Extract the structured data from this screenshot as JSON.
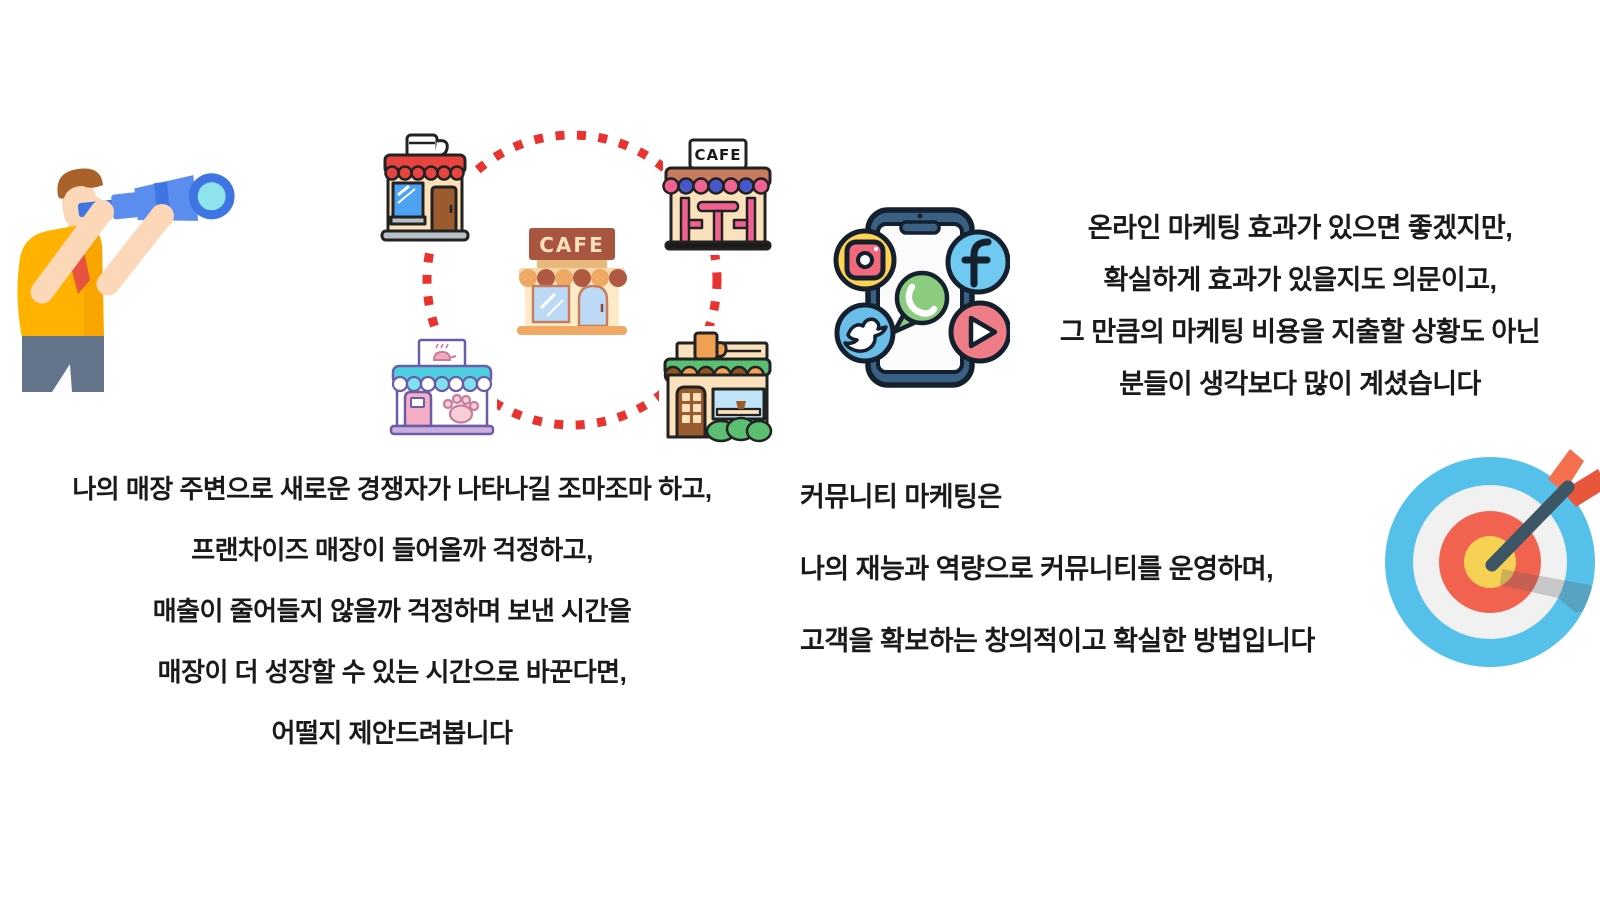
{
  "background": "#ffffff",
  "texts": {
    "online_marketing": {
      "lines": [
        "온라인 마케팅 효과가 있으면 좋겠지만,",
        "확실하게 효과가 있을지도 의문이고,",
        "그 만큼의 마케팅 비용을 지출할 상황도 아닌",
        "분들이 생각보다 많이 계셨습니다"
      ]
    },
    "store_worries": {
      "lines": [
        "나의 매장 주변으로 새로운 경쟁자가 나타나길 조마조마 하고,",
        "프랜차이즈 매장이 들어올까 걱정하고,",
        "매출이 줄어들지 않을까 걱정하며 보낸 시간을",
        "매장이 더 성장할 수 있는 시간으로 바꾼다면,",
        "어떨지 제안드려봅니다"
      ]
    },
    "community_marketing": {
      "lines": [
        "커뮤니티 마케팅은",
        "나의 재능과 역량으로 커뮤니티를 운영하며,",
        "고객을 확보하는 창의적이고 확실한 방법입니다"
      ]
    }
  },
  "illustrations": {
    "cafe_sign_center": "CAFE",
    "cafe_sign_topright": "CAFE"
  },
  "colors": {
    "text": "#1a1a1a",
    "dotted_circle_red": "#e8332f",
    "telescope_blue": "#5b8def",
    "shirt_orange": "#ffb300",
    "phone_bezel_blue": "#3a6183",
    "instagram_yellow": "#ffd253",
    "facebook_blue": "#70c9f0",
    "whatsapp_green": "#8ccc7e",
    "youtube_pink": "#ef7d87",
    "target_blue": "#55c0ea",
    "target_red": "#f2634f",
    "target_yellow": "#f7d154",
    "dart_shaft": "#3d5666"
  }
}
